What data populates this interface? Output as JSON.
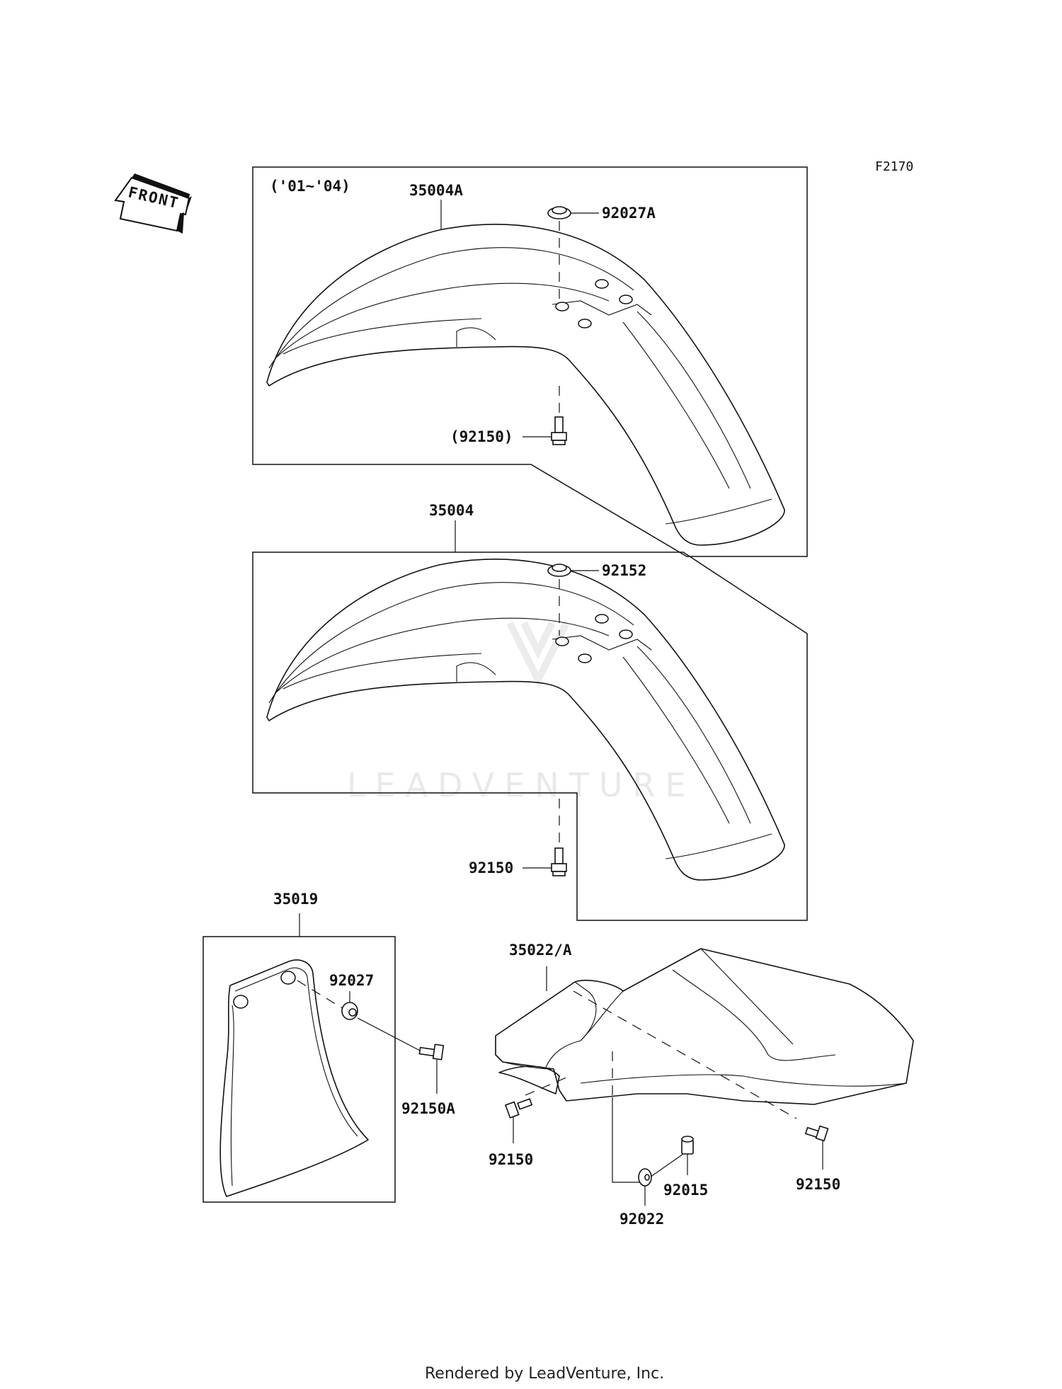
{
  "diagram": {
    "code": "F2170",
    "front_arrow": {
      "text": "FRONT",
      "icon": "front-direction-arrow-icon"
    },
    "watermark": "LEADVENTURE",
    "footer": "Rendered by LeadVenture, Inc.",
    "labels": {
      "year_range": "('01~'04)",
      "fender_35004A": "35004A",
      "grommet_92027A": "92027A",
      "bolt_paren_92150": "(92150)",
      "fender_35004": "35004",
      "grommet_92152": "92152",
      "bolt_92150_front": "92150",
      "guard_35019": "35019",
      "grommet_92027": "92027",
      "bolt_92150A": "92150A",
      "rear_fender_35022A": "35022/A",
      "bolt_92150_rear_left": "92150",
      "nut_92015": "92015",
      "washer_92022": "92022",
      "bolt_92150_rear_right": "92150"
    }
  }
}
